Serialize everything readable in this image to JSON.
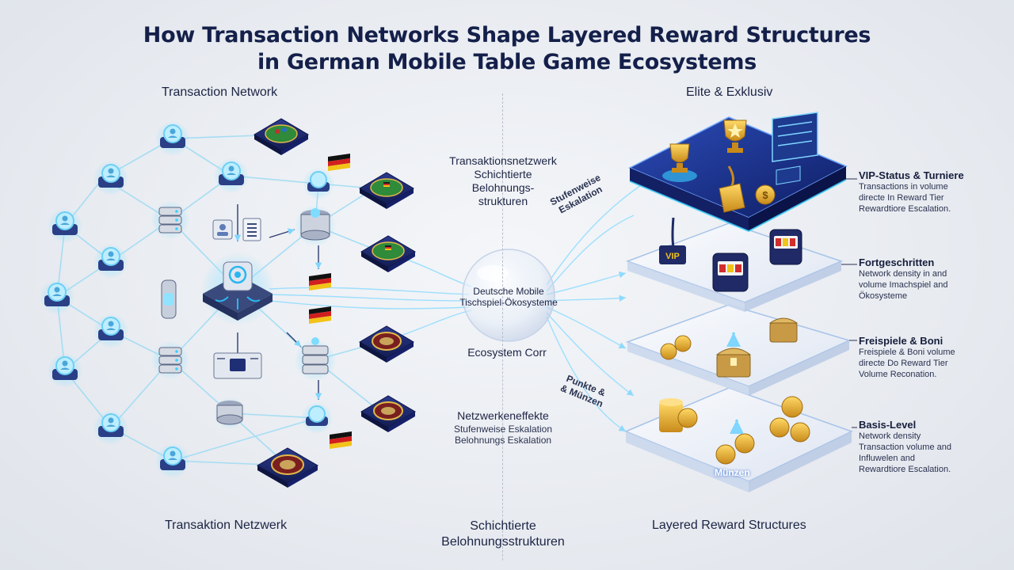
{
  "title": {
    "line1": "How Transaction Networks Shape Layered Reward Structures",
    "line2": "in German Mobile Table Game Ecosystems"
  },
  "left": {
    "header": "Transaction Network",
    "footer": "Transaktion Netzwerk"
  },
  "center": {
    "top_lines": [
      "Transaktionsnetzwerk",
      "Schichtierte",
      "Belohnungs-",
      "strukturen"
    ],
    "arrow_upper": [
      "Stufenweise",
      "Eskalation"
    ],
    "hub_lines": [
      "Deutsche Mobile",
      "Tischspiel-Ökosysteme"
    ],
    "ecosystem": "Ecosystem Corr",
    "arrow_lower": [
      "Punkte &",
      "& Münzen"
    ],
    "effects_title": "Netzwerkeneffekte",
    "effects_lines": [
      "Stufenweise Eskalation",
      "Belohnungs Eskalation"
    ],
    "footer": [
      "Schichtierte",
      "Belohnungsstrukturen"
    ]
  },
  "right": {
    "header": "Elite & Exklusiv",
    "footer": "Layered Reward Structures",
    "coins_label": "Münzen",
    "vip_badge": "VIP",
    "tiers": [
      {
        "title": "VIP-Status & Turniere",
        "lines": [
          "Transactions in volume",
          "directe In Reward Tier",
          "Rewardtiore Escalation."
        ]
      },
      {
        "title": "Fortgeschritten",
        "lines": [
          "Network density in and",
          "volume Imachspiel and",
          "Ökosysteme"
        ]
      },
      {
        "title": "Freispiele & Boni",
        "lines": [
          "Freispiele & Boni volume",
          "directe Do Reward Tier",
          "Volume Reconation."
        ]
      },
      {
        "title": "Basis-Level",
        "lines": [
          "Network density",
          "Transaction volume and",
          "Influwelen and",
          "Rewardtiore Escalation."
        ]
      }
    ]
  },
  "colors": {
    "navy": "#1d2a6b",
    "cyan_glow": "#7fdcff",
    "gold": "#e8b33a",
    "table_green": "#2f8a3a",
    "roulette_red": "#7a1f1f"
  },
  "icons": [
    "user-node-icon",
    "server-stack-icon",
    "central-hub-icon",
    "blackjack-table-icon",
    "roulette-table-icon",
    "german-flag-icon",
    "trophy-icon",
    "vip-tag-icon",
    "slot-machine-icon",
    "treasure-chest-icon",
    "coin-stack-icon"
  ]
}
